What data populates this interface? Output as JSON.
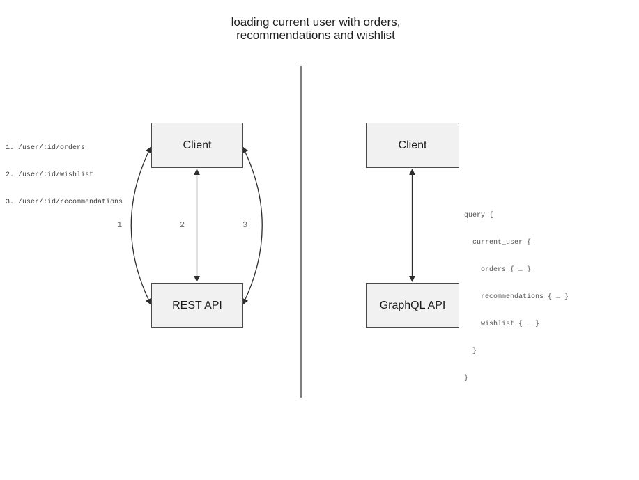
{
  "title": "loading current user with orders,\nrecommendations and wishlist",
  "rest_panel": {
    "endpoints": [
      "1. /user/:id/orders",
      "2. /user/:id/wishlist",
      "3. /user/:id/recommendations"
    ],
    "client_label": "Client",
    "api_label": "REST API",
    "arrow_labels": [
      "1",
      "2",
      "3"
    ]
  },
  "graphql_panel": {
    "client_label": "Client",
    "api_label": "GraphQL API",
    "query_lines": [
      "query {",
      "  current_user {",
      "    orders { … }",
      "    recommendations { … }",
      "    wishlist { … }",
      "  }",
      "}"
    ]
  },
  "colors": {
    "background": "#ffffff",
    "box_fill": "#f1f1f1",
    "box_border": "#4a4a4a",
    "arrow": "#2e2e2e",
    "divider": "#7f7f7f",
    "arrow_label_text": "#6e6e6e",
    "endpoint_text": "#3c3c3c",
    "query_text": "#555555",
    "title_text": "#1f1f1f"
  }
}
